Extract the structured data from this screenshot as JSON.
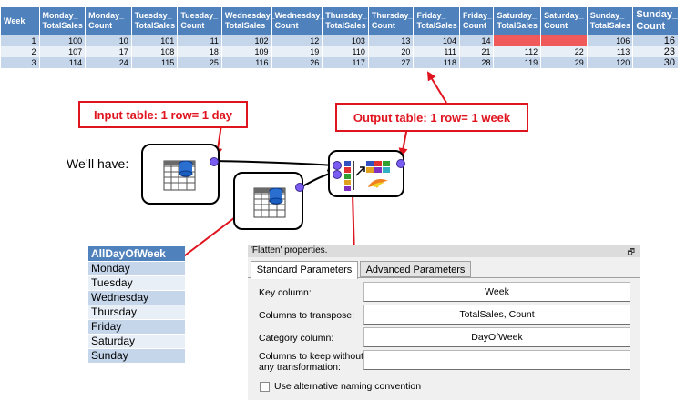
{
  "table": {
    "headers": [
      {
        "l1": "Week",
        "l2": ""
      },
      {
        "l1": "Monday_",
        "l2": "TotalSales"
      },
      {
        "l1": "Monday_",
        "l2": "Count"
      },
      {
        "l1": "Tuesday_",
        "l2": "TotalSales"
      },
      {
        "l1": "Tuesday_",
        "l2": "Count"
      },
      {
        "l1": "Wednesday_",
        "l2": "TotalSales"
      },
      {
        "l1": "Wednesday_",
        "l2": "Count"
      },
      {
        "l1": "Thursday_",
        "l2": "TotalSales"
      },
      {
        "l1": "Thursday_",
        "l2": "Count"
      },
      {
        "l1": "Friday_",
        "l2": "TotalSales"
      },
      {
        "l1": "Friday_",
        "l2": "Count"
      },
      {
        "l1": "Saturday_",
        "l2": "TotalSales"
      },
      {
        "l1": "Saturday_",
        "l2": "Count"
      },
      {
        "l1": "Sunday_",
        "l2": "TotalSales"
      },
      {
        "l1": "Sunday_",
        "l2": "Count"
      }
    ],
    "rows": [
      [
        "1",
        "100",
        "10",
        "101",
        "11",
        "102",
        "12",
        "103",
        "13",
        "104",
        "14",
        "",
        "",
        "106",
        "16"
      ],
      [
        "2",
        "107",
        "17",
        "108",
        "18",
        "109",
        "19",
        "110",
        "20",
        "111",
        "21",
        "112",
        "22",
        "113",
        "23"
      ],
      [
        "3",
        "114",
        "24",
        "115",
        "25",
        "116",
        "26",
        "117",
        "27",
        "118",
        "28",
        "119",
        "29",
        "120",
        "30"
      ]
    ],
    "missing_color": "#f05a5a",
    "header_color": "#4f81bd"
  },
  "callouts": {
    "input": "Input table: 1 row= 1 day",
    "output": "Output table: 1 row= 1 week",
    "color": "#e0141e"
  },
  "we_have": "We’ll have:",
  "day_list": {
    "header": "AllDayOfWeek",
    "items": [
      "Monday",
      "Tuesday",
      "Wednesday",
      "Thursday",
      "Friday",
      "Saturday",
      "Sunday"
    ]
  },
  "props": {
    "title": "'Flatten' properties.",
    "tabs": [
      "Standard Parameters",
      "Advanced Parameters"
    ],
    "params": [
      {
        "label": "Key column:",
        "value": "Week"
      },
      {
        "label": "Columns to transpose:",
        "value": "TotalSales, Count"
      },
      {
        "label": "Category column:",
        "value": "DayOfWeek"
      },
      {
        "label": "Columns to keep without any transformation:",
        "value": ""
      }
    ],
    "checkbox_label": "Use alternative naming convention"
  },
  "icons": {
    "table_node": "database-table-icon",
    "flatten_node": "flatten-transform-icon"
  }
}
